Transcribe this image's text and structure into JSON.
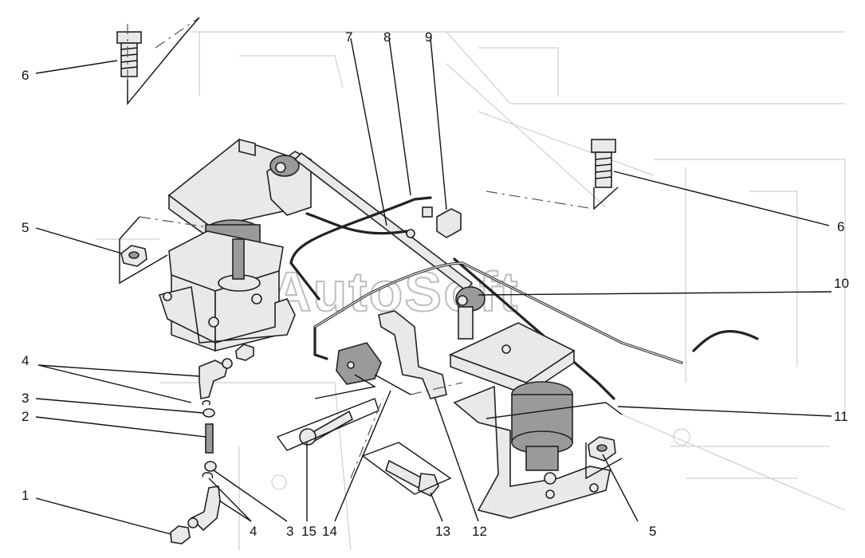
{
  "watermark": "AutoSoft",
  "callouts": [
    {
      "id": "c1",
      "text": "1"
    },
    {
      "id": "c2",
      "text": "2"
    },
    {
      "id": "c3a",
      "text": "3"
    },
    {
      "id": "c3b",
      "text": "3"
    },
    {
      "id": "c4a",
      "text": "4"
    },
    {
      "id": "c4b",
      "text": "4"
    },
    {
      "id": "c5a",
      "text": "5"
    },
    {
      "id": "c5b",
      "text": "5"
    },
    {
      "id": "c6a",
      "text": "6"
    },
    {
      "id": "c6b",
      "text": "6"
    },
    {
      "id": "c7",
      "text": "7"
    },
    {
      "id": "c8",
      "text": "8"
    },
    {
      "id": "c9",
      "text": "9"
    },
    {
      "id": "c10",
      "text": "10"
    },
    {
      "id": "c11",
      "text": "11"
    },
    {
      "id": "c12",
      "text": "12"
    },
    {
      "id": "c13",
      "text": "13"
    },
    {
      "id": "c14",
      "text": "14"
    },
    {
      "id": "c15",
      "text": "15"
    }
  ]
}
